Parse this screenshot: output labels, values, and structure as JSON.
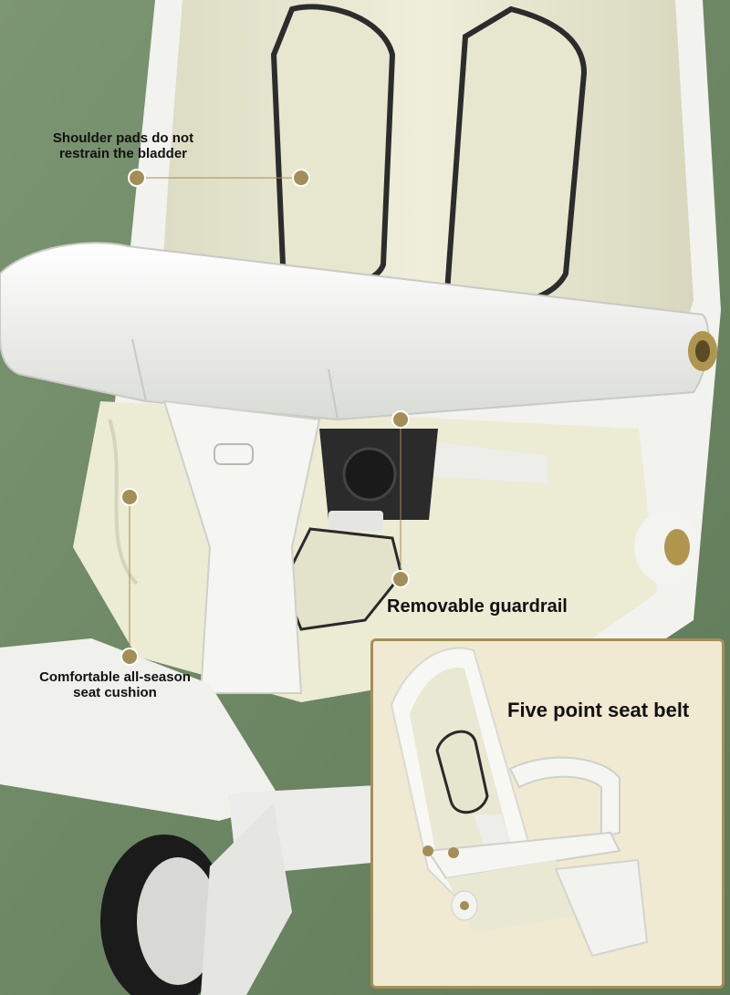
{
  "labels": {
    "shoulder_pads": [
      "Shoulder pads do not",
      "restrain the bladder"
    ],
    "seat_cushion": [
      "Comfortable all-season",
      "seat cushion"
    ],
    "guardrail": "Removable guardrail",
    "seat_belt": "Five point seat belt"
  },
  "colors": {
    "background": "#6f8a65",
    "cushion": "#ebe9d2",
    "frame": "#f6f6f4",
    "accent_gold": "#a48e58",
    "inset_bg": "#f1ead2"
  }
}
